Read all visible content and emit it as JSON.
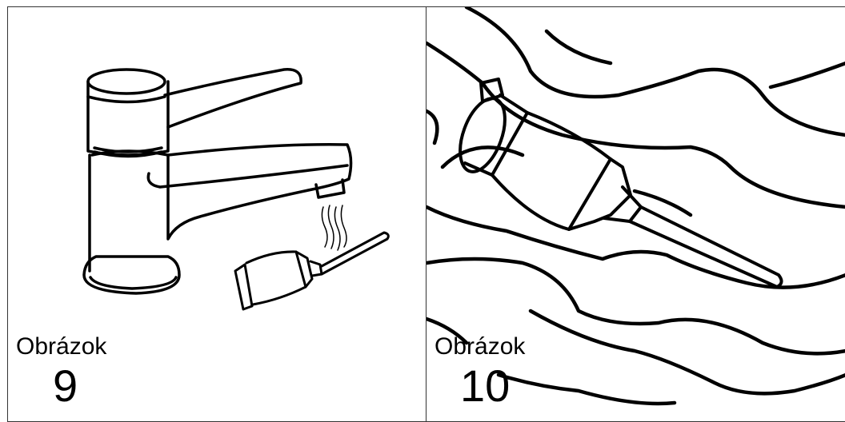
{
  "panels": [
    {
      "caption_word": "Obrázok",
      "caption_number": "9",
      "illustration": "faucet-rinsing-applicator-icon"
    },
    {
      "caption_word": "Obrázok",
      "caption_number": "10",
      "illustration": "applicator-in-hair-icon"
    }
  ],
  "colors": {
    "line": "#000000",
    "border": "#333333",
    "background": "#ffffff"
  }
}
